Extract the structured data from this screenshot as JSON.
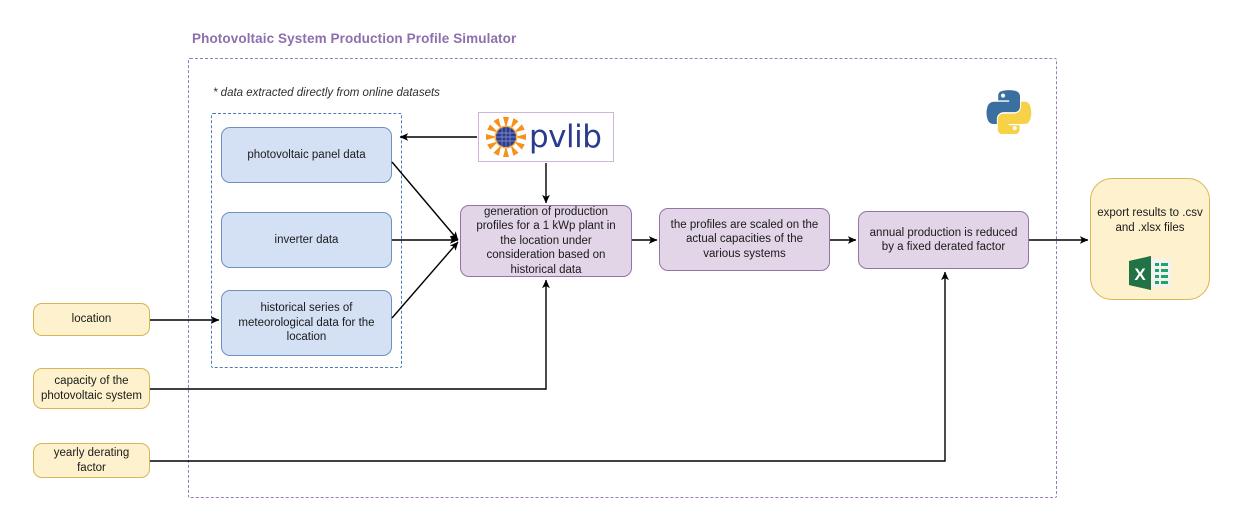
{
  "diagram": {
    "title": "Photovoltaic System Production Profile Simulator",
    "footnote": "* data extracted directly from online datasets",
    "title_color": "#8e6fae",
    "outer_boundary_color": "#9b7cb8",
    "inner_boundary_color": "#4a7ebb"
  },
  "data_sources": {
    "panel_data": "photovoltaic panel data",
    "inverter_data": "inverter data",
    "meteo_data": "historical series of meteorological data for the location",
    "fill_color": "#d4e1f5",
    "border_color": "#6f8fc0"
  },
  "inputs": {
    "location": "location",
    "capacity": "capacity of the photovoltaic system",
    "derating": "yearly derating factor",
    "fill_color": "#fdf2cd",
    "border_color": "#d6b656"
  },
  "process": {
    "generation": "generation of production profiles for a 1 kWp plant in the location under consideration based on historical data",
    "scaling": "the profiles are scaled on the actual capacities of the various systems",
    "derating_step": "annual production is reduced by a fixed derated factor",
    "fill_color": "#e1d5e7",
    "border_color": "#9673a6"
  },
  "output": {
    "export": "export results to .csv and .xlsx files",
    "icon": "excel-icon"
  },
  "logos": {
    "pvlib_wordmark": "pvlib",
    "pvlib_icon": "pvlib-sun-icon",
    "pvlib_text_color": "#2b3c8f",
    "pvlib_sun_color": "#f5921e",
    "python_icon": "python-logo-icon",
    "python_blue": "#3a6fa0",
    "python_yellow": "#f7d148"
  }
}
